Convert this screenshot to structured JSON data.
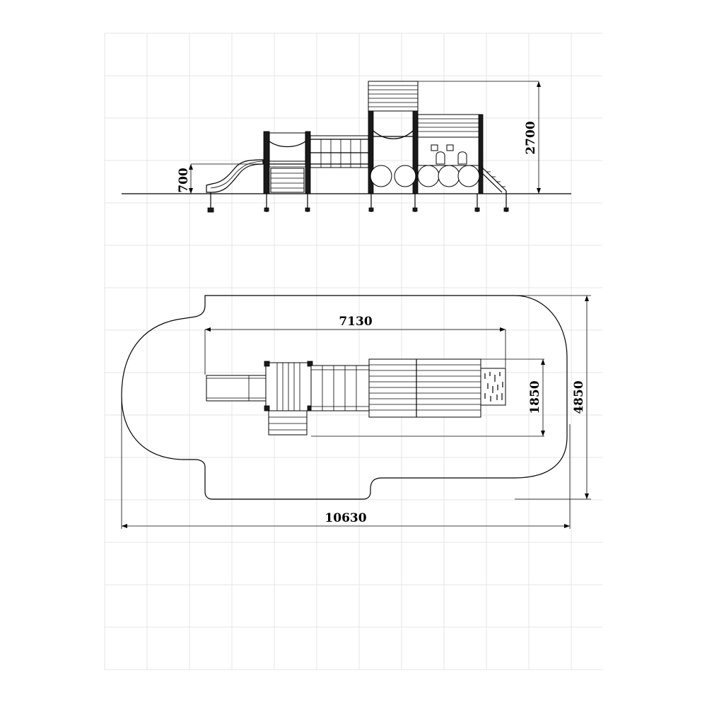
{
  "dimensions": {
    "elevation_platform_height": "700",
    "elevation_total_height": "2700",
    "plan_structure_length": "7130",
    "plan_structure_width": "1850",
    "plan_zone_width": "4850",
    "plan_zone_length": "10630"
  }
}
